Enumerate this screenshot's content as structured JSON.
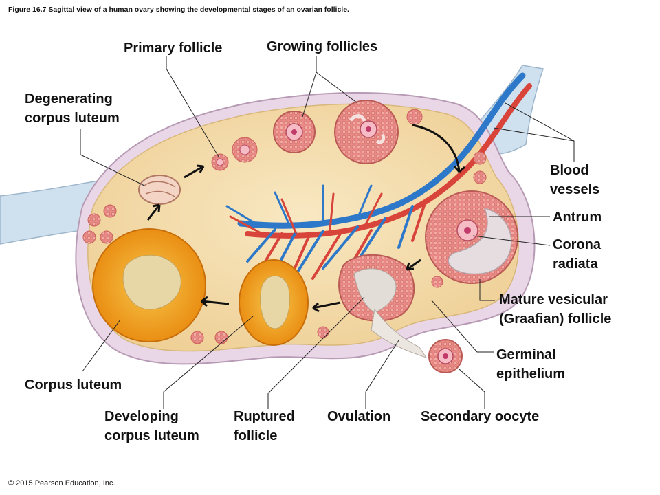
{
  "figure": {
    "caption": "Figure 16.7 Sagittal view of a human ovary showing the developmental stages of an ovarian follicle.",
    "copyright": "© 2015 Pearson Education, Inc."
  },
  "labels": {
    "primary_follicle": "Primary follicle",
    "growing_follicles": "Growing follicles",
    "degenerating_corpus_luteum": [
      "Degenerating",
      "corpus luteum"
    ],
    "blood_vessels": [
      "Blood",
      "vessels"
    ],
    "antrum": "Antrum",
    "corona_radiata": [
      "Corona",
      "radiata"
    ],
    "mature_follicle": [
      "Mature vesicular",
      "(Graafian) follicle"
    ],
    "germinal_epithelium": [
      "Germinal",
      "epithelium"
    ],
    "corpus_luteum": "Corpus luteum",
    "developing_corpus_luteum": [
      "Developing",
      "corpus luteum"
    ],
    "ruptured_follicle": [
      "Ruptured",
      "follicle"
    ],
    "ovulation": "Ovulation",
    "secondary_oocyte": "Secondary oocyte"
  },
  "colors": {
    "stroma": "#f3dca6",
    "capsule": "#e9d6e6",
    "ligament": "#cfe0ee",
    "follicle": "#e98a86",
    "oocyte": "#f6bcc6",
    "corpus_luteum": "#f2a21c",
    "artery": "#d8443a",
    "vein": "#2d78c8"
  }
}
